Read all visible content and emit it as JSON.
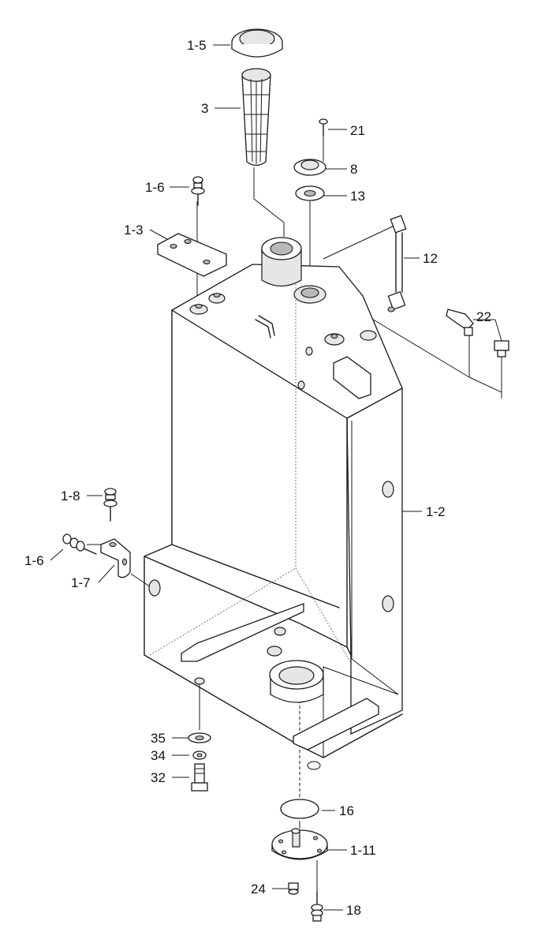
{
  "labels": {
    "p1_5": "1-5",
    "p3": "3",
    "p21": "21",
    "p8": "8",
    "p13": "13",
    "p1_6a": "1-6",
    "p1_3": "1-3",
    "p12": "12",
    "p22": "22",
    "p1_8": "1-8",
    "p1_2": "1-2",
    "p1_6b": "1-6",
    "p1_7": "1-7",
    "p35": "35",
    "p34": "34",
    "p32": "32",
    "p16": "16",
    "p1_11": "1-11",
    "p24": "24",
    "p18": "18"
  }
}
